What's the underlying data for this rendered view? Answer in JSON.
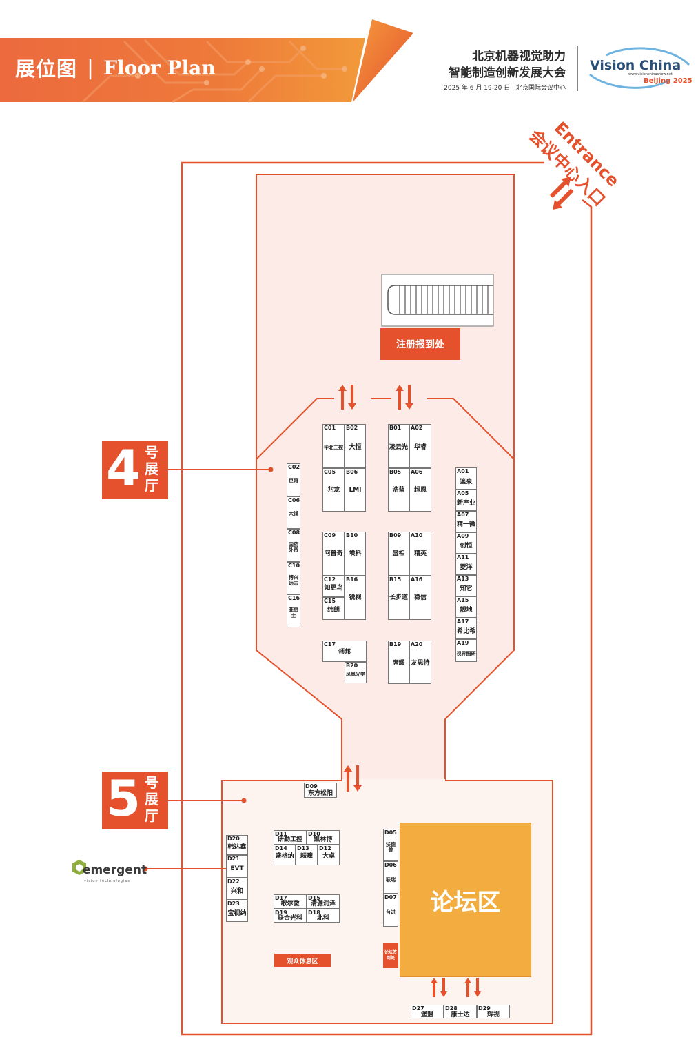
{
  "header": {
    "title_cn": "展位图",
    "separator": "|",
    "title_en": "Floor Plan",
    "conference_line1": "北京机器视觉助力",
    "conference_line2": "智能制造创新发展大会",
    "conference_date": "2025 年 6 月 19-20 日 | 北京国际会议中心",
    "logo_main": "Vision China",
    "logo_url": "www.visionchinashow.net",
    "logo_sub": "BeiJing 2025"
  },
  "entrance": {
    "en": "Entrance",
    "cn": "会议中心入口"
  },
  "halls": {
    "hall4": {
      "number": "4",
      "label": "号展厅"
    },
    "hall5": {
      "number": "5",
      "label": "号展厅"
    }
  },
  "registration": "注册报到处",
  "forum": {
    "label": "论坛区",
    "checkin": "论坛签到处"
  },
  "lounge": "观众休息区",
  "sponsor": {
    "name": "emergent",
    "tagline": "vision technologies"
  },
  "hall4_booths": [
    {
      "code": "C01",
      "name": "华北工控"
    },
    {
      "code": "B02",
      "name": "大恒"
    },
    {
      "code": "B01",
      "name": "凌云光"
    },
    {
      "code": "A02",
      "name": "华睿"
    },
    {
      "code": "C05",
      "name": "兆龙"
    },
    {
      "code": "B06",
      "name": "LMI"
    },
    {
      "code": "B05",
      "name": "浩蓝"
    },
    {
      "code": "A06",
      "name": "超恩"
    },
    {
      "code": "C09",
      "name": "阿普奇"
    },
    {
      "code": "B10",
      "name": "埃科"
    },
    {
      "code": "B09",
      "name": "盛相"
    },
    {
      "code": "A10",
      "name": "精英"
    },
    {
      "code": "C12",
      "name": "知更鸟"
    },
    {
      "code": "C15",
      "name": "纬朗"
    },
    {
      "code": "B16",
      "name": "锐视"
    },
    {
      "code": "B15",
      "name": "长步道"
    },
    {
      "code": "A16",
      "name": "稳信"
    },
    {
      "code": "C17",
      "name": "领邦"
    },
    {
      "code": "B20",
      "name": "凤凰光学"
    },
    {
      "code": "B19",
      "name": "席耀"
    },
    {
      "code": "A20",
      "name": "友思特"
    },
    {
      "code": "C02",
      "name": "巨哥"
    },
    {
      "code": "C06",
      "name": "大铺"
    },
    {
      "code": "C08",
      "name": "国药外贸"
    },
    {
      "code": "C10",
      "name": "博兴远志"
    },
    {
      "code": "C16",
      "name": "菲恩士"
    },
    {
      "code": "A01",
      "name": "鉴泉"
    },
    {
      "code": "A05",
      "name": "新产业"
    },
    {
      "code": "A07",
      "name": "精一微"
    },
    {
      "code": "A09",
      "name": "创恒"
    },
    {
      "code": "A11",
      "name": "菱洋"
    },
    {
      "code": "A13",
      "name": "知它"
    },
    {
      "code": "A15",
      "name": "靓地"
    },
    {
      "code": "A17",
      "name": "希比希"
    },
    {
      "code": "A19",
      "name": "视界图研"
    }
  ],
  "hall5_booths": [
    {
      "code": "D09",
      "name": "东方松阳"
    },
    {
      "code": "D11",
      "name": "研勤工控"
    },
    {
      "code": "D10",
      "name": "凯林博"
    },
    {
      "code": "D14",
      "name": "盛格纳"
    },
    {
      "code": "D13",
      "name": "耘瞳"
    },
    {
      "code": "D12",
      "name": "大卓"
    },
    {
      "code": "D17",
      "name": "歌尔微"
    },
    {
      "code": "D15",
      "name": "清源润泽"
    },
    {
      "code": "D19",
      "name": "联合光科"
    },
    {
      "code": "D18",
      "name": "北科"
    },
    {
      "code": "D20",
      "name": "韩达鑫"
    },
    {
      "code": "D21",
      "name": "EVT"
    },
    {
      "code": "D22",
      "name": "兴和"
    },
    {
      "code": "D23",
      "name": "宝视纳"
    },
    {
      "code": "D05",
      "name": "沃德普"
    },
    {
      "code": "D06",
      "name": "联瑞"
    },
    {
      "code": "D07",
      "name": "台进"
    },
    {
      "code": "D27",
      "name": "堡盟"
    },
    {
      "code": "D28",
      "name": "康士达"
    },
    {
      "code": "D29",
      "name": "辉视"
    }
  ],
  "colors": {
    "brand_orange": "#e4512c",
    "hall4_fill": "#fcebe6",
    "hall5_fill": "#fdf4ef",
    "forum_fill": "#f2ac3f",
    "outline": "#e4512c"
  }
}
